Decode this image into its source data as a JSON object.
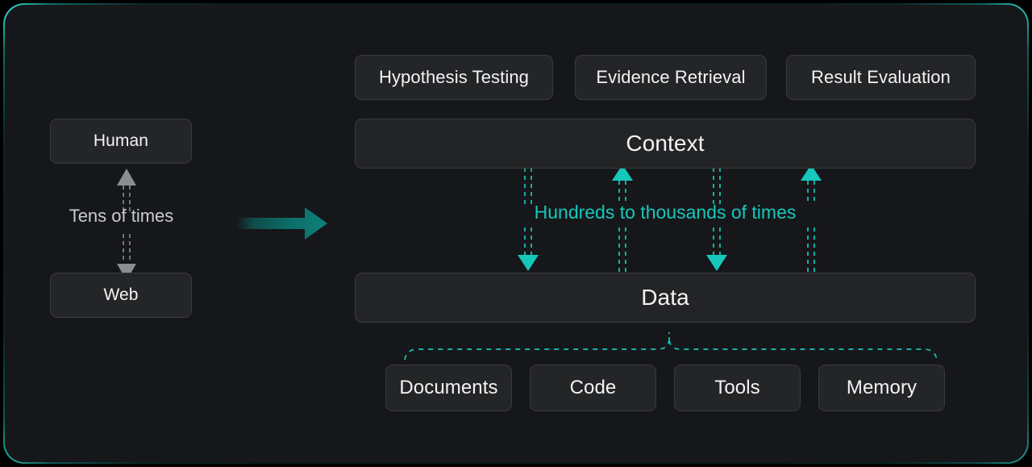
{
  "diagram": {
    "title": "Context and Data scaling diagram",
    "background_color": "#16171a",
    "panel_color": "#16171a",
    "accent_color": "#15c8bb",
    "box_fill": "#242527",
    "box_border": "#3a3b3e",
    "text_color": "#f2f3f4",
    "gray_arrow_color": "#8a8d91",
    "flow_arrow_gradient": [
      "#16171a",
      "#0e7b75"
    ]
  },
  "top_tasks": [
    {
      "label": "Hypothesis Testing"
    },
    {
      "label": "Evidence Retrieval"
    },
    {
      "label": "Result Evaluation"
    }
  ],
  "left_column": {
    "top_box": {
      "label": "Human"
    },
    "bottom_box": {
      "label": "Web"
    },
    "connector_label": "Tens of times"
  },
  "flow": {
    "arrow_name": "human-web-to-context-arrow"
  },
  "right_column": {
    "context_box": {
      "label": "Context"
    },
    "data_box": {
      "label": "Data"
    },
    "connector_label": "Hundreds to thousands of times",
    "connector_directions": [
      "down",
      "up",
      "down",
      "up"
    ]
  },
  "data_sources": [
    {
      "label": "Documents"
    },
    {
      "label": "Code"
    },
    {
      "label": "Tools"
    },
    {
      "label": "Memory"
    }
  ]
}
